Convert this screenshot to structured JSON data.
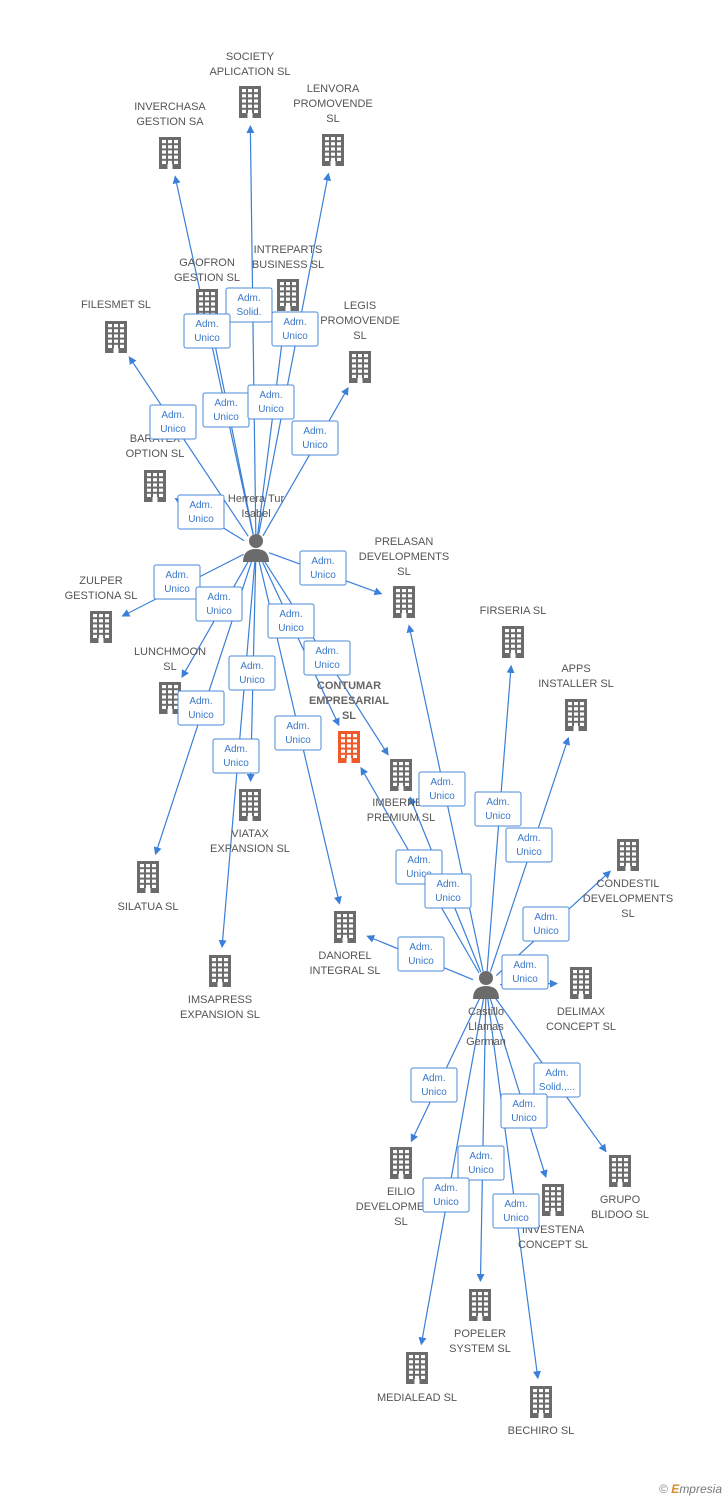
{
  "colors": {
    "building": "#6b6b6b",
    "center_building": "#f05a28",
    "person": "#6b6b6b",
    "edge": "#3a7fd8",
    "badge_border": "#4a8ad8",
    "badge_text": "#3a78c8"
  },
  "footer": {
    "copyright": "©",
    "brand_initial": "E",
    "brand_rest": "mpresia"
  },
  "nodes": [
    {
      "id": "society",
      "type": "company",
      "label": [
        "SOCIETY",
        "APLICATION SL"
      ]
    },
    {
      "id": "inverchasa",
      "type": "company",
      "label": [
        "INVERCHASA",
        "GESTION SA"
      ]
    },
    {
      "id": "lenvora",
      "type": "company",
      "label": [
        "LENVORA",
        "PROMOVENDE",
        "SL"
      ]
    },
    {
      "id": "gaofron",
      "type": "company",
      "label": [
        "GAOFRON",
        "GESTION SL"
      ]
    },
    {
      "id": "intreparts",
      "type": "company",
      "label": [
        "INTREPARTS",
        "BUSINESS SL"
      ]
    },
    {
      "id": "filesmet",
      "type": "company",
      "label": [
        "FILESMET SL"
      ]
    },
    {
      "id": "legis",
      "type": "company",
      "label": [
        "LEGIS",
        "PROMOVENDE",
        "SL"
      ]
    },
    {
      "id": "baratex",
      "type": "company",
      "label": [
        "BARATEX",
        "OPTION SL"
      ]
    },
    {
      "id": "herrera",
      "type": "person",
      "label": [
        "Herrera Tur",
        "Isabel"
      ]
    },
    {
      "id": "prelasan",
      "type": "company",
      "label": [
        "PRELASAN",
        "DEVELOPMENTS",
        "SL"
      ]
    },
    {
      "id": "zulper",
      "type": "company",
      "label": [
        "ZULPER",
        "GESTIONA SL"
      ]
    },
    {
      "id": "firseria",
      "type": "company",
      "label": [
        "FIRSERIA SL"
      ]
    },
    {
      "id": "lunchmoon",
      "type": "company",
      "label": [
        "LUNCHMOON",
        "SL"
      ]
    },
    {
      "id": "apps",
      "type": "company",
      "label": [
        "APPS",
        "INSTALLER SL"
      ]
    },
    {
      "id": "contumar",
      "type": "center",
      "label": [
        "CONTUMAR",
        "EMPRESARIAL",
        "SL"
      ]
    },
    {
      "id": "imbernes",
      "type": "company",
      "label": [
        "IMBERNES",
        "PREMIUM SL"
      ]
    },
    {
      "id": "viatax",
      "type": "company",
      "label": [
        "VIATAX",
        "EXPANSION SL"
      ]
    },
    {
      "id": "condestil",
      "type": "company",
      "label": [
        "CONDESTIL",
        "DEVELOPMENTS",
        "SL"
      ]
    },
    {
      "id": "silatua",
      "type": "company",
      "label": [
        "SILATUA SL"
      ]
    },
    {
      "id": "danorel",
      "type": "company",
      "label": [
        "DANOREL",
        "INTEGRAL SL"
      ]
    },
    {
      "id": "imsapress",
      "type": "company",
      "label": [
        "IMSAPRESS",
        "EXPANSION SL"
      ]
    },
    {
      "id": "castillo",
      "type": "person",
      "label": [
        "Castillo",
        "Llamas",
        "German"
      ]
    },
    {
      "id": "delimax",
      "type": "company",
      "label": [
        "DELIMAX",
        "CONCEPT SL"
      ]
    },
    {
      "id": "eilio",
      "type": "company",
      "label": [
        "EILIO",
        "DEVELOPMENTS",
        "SL"
      ]
    },
    {
      "id": "grupo",
      "type": "company",
      "label": [
        "GRUPO",
        "BLIDOO SL"
      ]
    },
    {
      "id": "investena",
      "type": "company",
      "label": [
        "INVESTENA",
        "CONCEPT SL"
      ]
    },
    {
      "id": "popeler",
      "type": "company",
      "label": [
        "POPELER",
        "SYSTEM SL"
      ]
    },
    {
      "id": "medialead",
      "type": "company",
      "label": [
        "MEDIALEAD SL"
      ]
    },
    {
      "id": "bechiro",
      "type": "company",
      "label": [
        "BECHIRO SL"
      ]
    }
  ],
  "edges": [
    {
      "from": "herrera",
      "to": "society",
      "role": [
        "Adm.",
        "Solid."
      ]
    },
    {
      "from": "herrera",
      "to": "inverchasa",
      "role": [
        "Adm.",
        "Unico"
      ]
    },
    {
      "from": "herrera",
      "to": "lenvora",
      "role": [
        "Adm.",
        "Unico"
      ]
    },
    {
      "from": "herrera",
      "to": "gaofron",
      "role": [
        "Adm.",
        "Unico"
      ]
    },
    {
      "from": "herrera",
      "to": "intreparts",
      "role": [
        "Adm.",
        "Unico"
      ]
    },
    {
      "from": "herrera",
      "to": "filesmet",
      "role": [
        "Adm.",
        "Unico"
      ]
    },
    {
      "from": "herrera",
      "to": "legis",
      "role": [
        "Adm.",
        "Unico"
      ]
    },
    {
      "from": "herrera",
      "to": "baratex",
      "role": [
        "Adm.",
        "Unico"
      ]
    },
    {
      "from": "herrera",
      "to": "prelasan",
      "role": [
        "Adm.",
        "Unico"
      ]
    },
    {
      "from": "herrera",
      "to": "zulper",
      "role": [
        "Adm.",
        "Unico"
      ]
    },
    {
      "from": "herrera",
      "to": "lunchmoon",
      "role": [
        "Adm.",
        "Unico"
      ]
    },
    {
      "from": "herrera",
      "to": "imbernes",
      "role": [
        "Adm.",
        "Unico"
      ]
    },
    {
      "from": "herrera",
      "to": "contumar",
      "role": [
        "Adm.",
        "Unico"
      ]
    },
    {
      "from": "herrera",
      "to": "viatax",
      "role": [
        "Adm.",
        "Unico"
      ]
    },
    {
      "from": "herrera",
      "to": "silatua",
      "role": [
        "Adm.",
        "Unico"
      ]
    },
    {
      "from": "herrera",
      "to": "danorel",
      "role": [
        "Adm.",
        "Unico"
      ]
    },
    {
      "from": "herrera",
      "to": "imsapress",
      "role": [
        "Adm.",
        "Unico"
      ]
    },
    {
      "from": "castillo",
      "to": "prelasan",
      "role": [
        "Adm.",
        "Unico"
      ]
    },
    {
      "from": "castillo",
      "to": "firseria",
      "role": [
        "Adm.",
        "Unico"
      ]
    },
    {
      "from": "castillo",
      "to": "apps",
      "role": [
        "Adm.",
        "Unico"
      ]
    },
    {
      "from": "castillo",
      "to": "imbernes",
      "role": [
        "Adm.",
        "Unico"
      ]
    },
    {
      "from": "castillo",
      "to": "contumar",
      "role": [
        "Adm.",
        "Unico"
      ]
    },
    {
      "from": "castillo",
      "to": "condestil",
      "role": [
        "Adm.",
        "Unico"
      ]
    },
    {
      "from": "castillo",
      "to": "danorel",
      "role": [
        "Adm.",
        "Unico"
      ]
    },
    {
      "from": "castillo",
      "to": "delimax",
      "role": [
        "Adm.",
        "Unico"
      ]
    },
    {
      "from": "castillo",
      "to": "eilio",
      "role": [
        "Adm.",
        "Unico"
      ]
    },
    {
      "from": "castillo",
      "to": "grupo",
      "role": [
        "Adm.",
        "Solid.,..."
      ]
    },
    {
      "from": "castillo",
      "to": "investena",
      "role": [
        "Adm.",
        "Unico"
      ]
    },
    {
      "from": "castillo",
      "to": "popeler",
      "role": [
        "Adm.",
        "Unico"
      ]
    },
    {
      "from": "castillo",
      "to": "medialead",
      "role": [
        "Adm.",
        "Unico"
      ]
    },
    {
      "from": "castillo",
      "to": "bechiro",
      "role": [
        "Adm.",
        "Unico"
      ]
    }
  ]
}
